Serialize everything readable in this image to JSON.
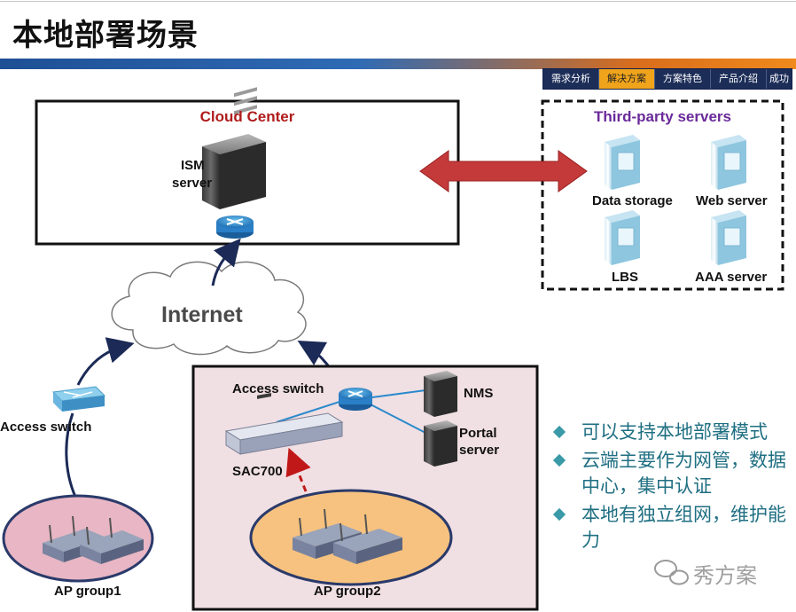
{
  "title": "本地部署场景",
  "tabs": [
    {
      "label": "需求分析",
      "active": false
    },
    {
      "label": "解决方案",
      "active": true
    },
    {
      "label": "方案特色",
      "active": false
    },
    {
      "label": "产品介绍",
      "active": false
    },
    {
      "label": "成功",
      "active": false
    }
  ],
  "cloud_center": {
    "title": "Cloud Center",
    "server_label_line1": "ISM",
    "server_label_line2": "server"
  },
  "third_party": {
    "title": "Third-party servers",
    "servers": [
      "Data storage",
      "Web server",
      "LBS",
      "AAA server"
    ]
  },
  "internet_label": "Internet",
  "left_side": {
    "switch_label": "Access switch",
    "group_label": "AP group1"
  },
  "right_side": {
    "switch_label": "Access switch",
    "controller_label": "SAC700",
    "nms_label": "NMS",
    "portal_label_line1": "Portal",
    "portal_label_line2": "server",
    "group_label": "AP group2"
  },
  "bullets": [
    "可以支持本地部署模式",
    "云端主要作为网管，数据中心，集中认证",
    "本地有独立组网，维护能力"
  ],
  "watermark": "秀方案",
  "colors": {
    "cloud_title": "#b01c1c",
    "third_party_title": "#6a2a9a",
    "bullet_text": "#1f6f82",
    "double_arrow": "#c43a3a"
  }
}
